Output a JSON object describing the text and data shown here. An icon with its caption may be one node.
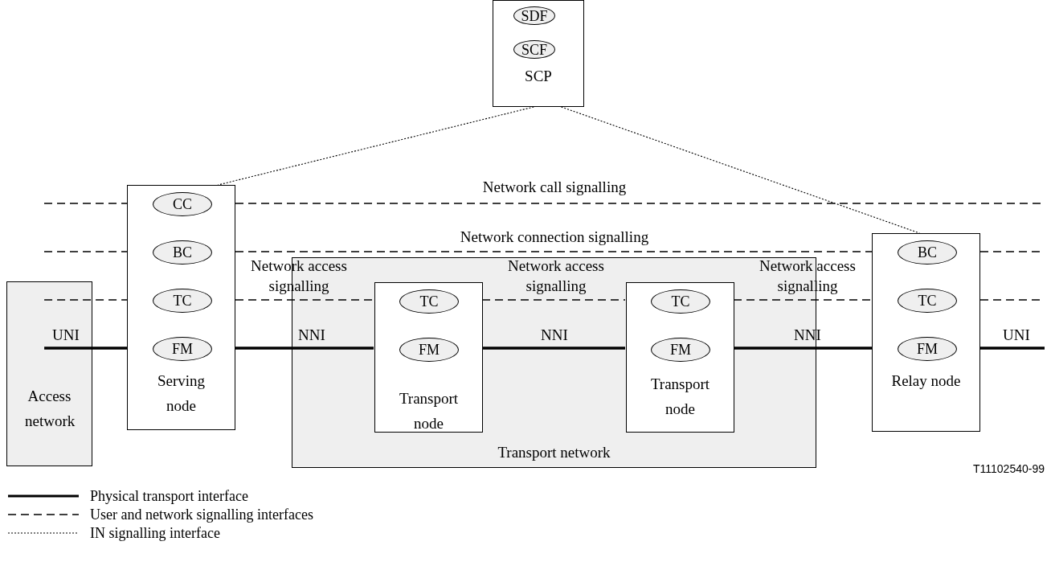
{
  "diagram": {
    "nodes": [
      {
        "text": [
          "SCP"
        ]
      },
      {
        "text": [
          "SDF"
        ],
        "in": 0
      },
      {
        "text": [
          "SCF"
        ],
        "in": 0
      },
      {
        "text": [
          "Serving node"
        ]
      },
      {
        "text": [
          "CC"
        ],
        "in": 3
      },
      {
        "text": [
          "BC"
        ],
        "in": 3
      },
      {
        "text": [
          "TC"
        ],
        "in": 3
      },
      {
        "text": [
          "FM"
        ],
        "in": 3
      },
      {
        "text": [
          "Access network"
        ]
      },
      {
        "text": [
          "Transport network"
        ]
      },
      {
        "text": [
          "Transport node"
        ],
        "in": 9
      },
      {
        "text": [
          "TC"
        ],
        "in": 10
      },
      {
        "text": [
          "FM"
        ],
        "in": 10
      },
      {
        "text": [
          "Transport node"
        ],
        "in": 9
      },
      {
        "text": [
          "TC"
        ],
        "in": 13
      },
      {
        "text": [
          "FM"
        ],
        "in": 13
      },
      {
        "text": [
          "Relay node"
        ]
      },
      {
        "text": [
          "BC"
        ],
        "in": 16
      },
      {
        "text": [
          "TC"
        ],
        "in": 16
      },
      {
        "text": [
          "FM"
        ],
        "in": 16
      }
    ],
    "edges": [
      {
        "from": 0,
        "to": 3,
        "arrow": "none",
        "style": "dashed"
      },
      {
        "from": 0,
        "to": 16,
        "arrow": "none",
        "style": "dashed"
      },
      {
        "from": null,
        "to": 3,
        "arrow": "none",
        "style": "dashed"
      },
      {
        "from": 3,
        "to": null,
        "arrow": "none",
        "style": "dashed",
        "label": "Network call signalling"
      },
      {
        "from": null,
        "to": 3,
        "arrow": "none",
        "style": "dashed"
      },
      {
        "from": 3,
        "to": 16,
        "arrow": "none",
        "style": "dashed",
        "label": "Network connection signalling"
      },
      {
        "from": 16,
        "to": null,
        "arrow": "none",
        "style": "dashed"
      },
      {
        "from": 8,
        "to": 3,
        "arrow": "none",
        "style": "dashed"
      },
      {
        "from": 3,
        "to": 10,
        "arrow": "none",
        "style": "dashed",
        "label": "Network access signalling"
      },
      {
        "from": 10,
        "to": 13,
        "arrow": "none",
        "style": "dashed",
        "label": "Network access signalling"
      },
      {
        "from": 13,
        "to": 16,
        "arrow": "none",
        "style": "dashed",
        "label": "Network access signalling"
      },
      {
        "from": 16,
        "to": null,
        "arrow": "none",
        "style": "dashed"
      },
      {
        "from": 8,
        "to": 3,
        "arrow": "none",
        "style": "thick",
        "label": "UNI"
      },
      {
        "from": 3,
        "to": 10,
        "arrow": "none",
        "style": "thick",
        "label": "NNI"
      },
      {
        "from": 10,
        "to": 13,
        "arrow": "none",
        "style": "thick",
        "label": "NNI"
      },
      {
        "from": 13,
        "to": 16,
        "arrow": "none",
        "style": "thick",
        "label": "NNI"
      },
      {
        "from": 16,
        "to": null,
        "arrow": "none",
        "style": "thick",
        "label": "UNI"
      }
    ],
    "labels": [
      "T11102540-99"
    ],
    "legend": [
      {
        "text": "Physical transport interface"
      },
      {
        "text": "User and network signalling interfaces"
      },
      {
        "text": "IN signalling interface"
      }
    ]
  }
}
